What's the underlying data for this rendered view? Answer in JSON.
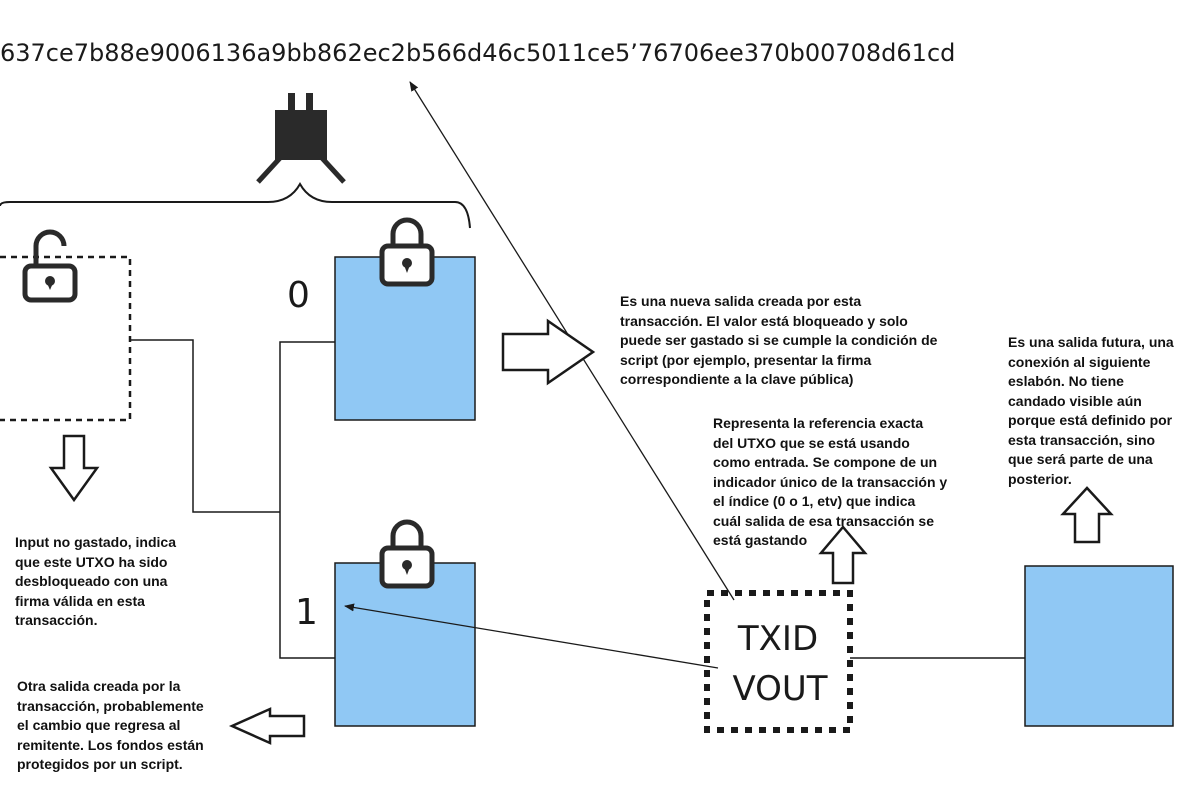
{
  "txid_hash": "637ce7b88e9006136a9bb862ec2b566d46c5011ce5’76706ee370b00708d61cd",
  "outputs": [
    {
      "index": "0"
    },
    {
      "index": "1"
    }
  ],
  "reference_box": {
    "line1": "TXID",
    "line2": "VOUT"
  },
  "notes": {
    "new_output": "Es una nueva salida creada por esta\ntransacción. El valor está bloqueado y solo\npuede ser gastado si se cumple la condición de\nscript (por ejemplo, presentar la firma\ncorrespondiente a la clave pública)",
    "future_output": "Es una salida futura, una\nconexión al siguiente\neslabón. No tiene\ncandado visible aún\nporque está definido por\nesta transacción, sino\nque será parte de una\nposterior.",
    "reference": "Representa la referencia exacta\ndel UTXO que se está usando\ncomo entrada. Se compone de un\nindicador único de la transacción y\nel índice (0 o 1, etv) que indica\ncuál salida de esa transacción se\nestá gastando",
    "input": "Input no gastado, indica\nque este UTXO ha sido\ndesbloqueado con una\nfirma válida en esta\ntransacción.",
    "change_output": "Otra salida creada por la\ntransacción, probablemente\nel cambio que regresa al\nremitente. Los fondos están\nprotegidos por un script."
  },
  "colors": {
    "output_fill": "#90c8f4",
    "line": "#1a1a1a",
    "icon": "#2a2a2a"
  }
}
